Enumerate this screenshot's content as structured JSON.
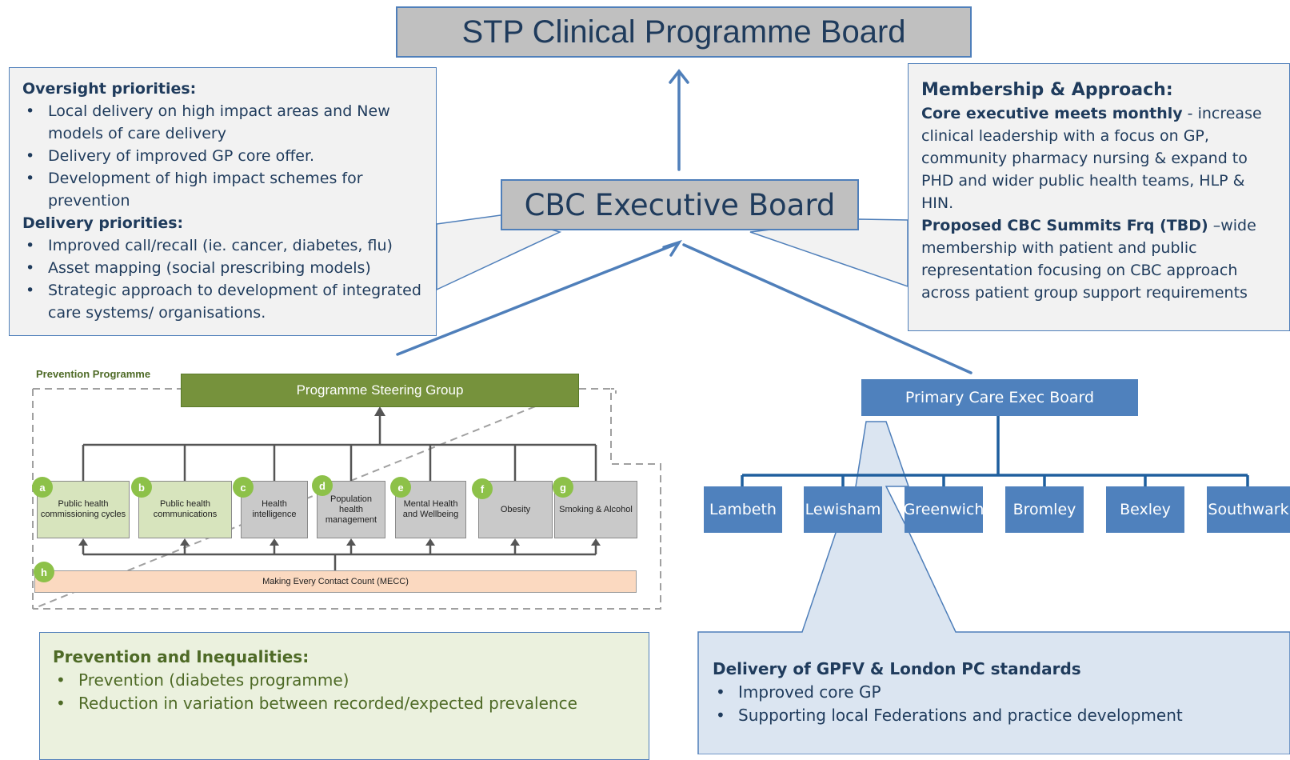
{
  "top_board": "STP Clinical Programme Board",
  "exec_board": "CBC Executive Board",
  "oversight": {
    "heading": "Oversight priorities:",
    "items": [
      "Local delivery on high impact areas and New models of care delivery",
      "Delivery of improved GP core offer.",
      "Development of high impact schemes for prevention"
    ],
    "delivery_heading": "Delivery priorities:",
    "delivery_items": [
      "Improved call/recall  (ie. cancer, diabetes, flu)",
      "Asset mapping (social prescribing models)",
      "Strategic approach to development of integrated care systems/ organisations."
    ]
  },
  "membership": {
    "heading": "Membership & Approach:",
    "core_bold": "Core executive meets monthly",
    "core_text": " - increase clinical leadership with a focus on GP, community pharmacy nursing & expand to PHD and wider public health teams, HLP & HIN.",
    "summit_bold": "Proposed CBC Summits Frq (TBD)",
    "summit_text": " –wide membership with patient and public representation focusing on CBC approach across patient group support requirements"
  },
  "prevention": {
    "label": "Prevention Programme",
    "steering": "Programme Steering Group",
    "children": [
      {
        "badge": "a",
        "label": "Public health commissioning cycles",
        "style": "green"
      },
      {
        "badge": "b",
        "label": "Public health communications",
        "style": "green"
      },
      {
        "badge": "c",
        "label": "Health intelligence",
        "style": "grey"
      },
      {
        "badge": "d",
        "label": "Population health management",
        "style": "grey"
      },
      {
        "badge": "e",
        "label": "Mental Health and Wellbeing",
        "style": "grey"
      },
      {
        "badge": "f",
        "label": "Obesity",
        "style": "grey"
      },
      {
        "badge": "g",
        "label": "Smoking & Alcohol",
        "style": "grey"
      }
    ],
    "mecc_badge": "h",
    "mecc": "Making Every  Contact Count (MECC)"
  },
  "prevention_inequalities": {
    "heading": "Prevention and  Inequalities:",
    "items": [
      "Prevention (diabetes programme)",
      "Reduction in variation between recorded/expected prevalence"
    ]
  },
  "primary_care": {
    "board": "Primary Care Exec Board",
    "boroughs": [
      "Lambeth",
      "Lewisham",
      "Greenwich",
      "Bromley",
      "Bexley",
      "Southwark"
    ]
  },
  "gpfv": {
    "heading": "Delivery of GPFV & London PC standards",
    "items": [
      "Improved core GP",
      "Supporting local Federations and practice development"
    ]
  },
  "colors": {
    "blue_border": "#4f7fba",
    "board_grey": "#c0c0c0",
    "steering_green": "#76923c",
    "borough_blue": "#4f81bd",
    "light_blue_callout": "#dbe5f1",
    "light_green_panel": "#ebf1de",
    "mecc_peach": "#fbd9c0"
  }
}
